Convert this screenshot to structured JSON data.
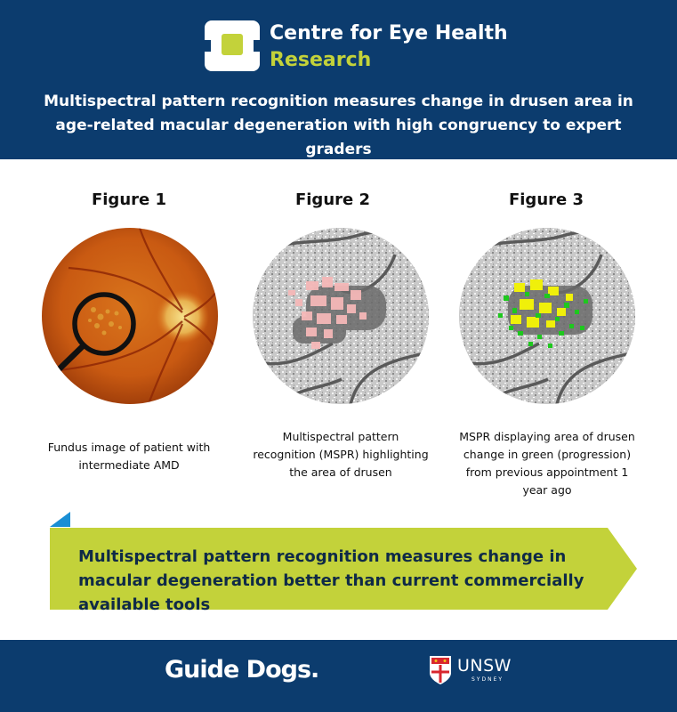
{
  "header": {
    "logo_line1": "Centre for Eye Health",
    "logo_line2": "Research",
    "headline": "Multispectral pattern recognition measures change in drusen area in age-related macular degeneration with high congruency to expert graders",
    "background_color": "#0c3c6e",
    "accent_color": "#c3d23a"
  },
  "figures": [
    {
      "title": "Figure 1",
      "caption": "Fundus image of patient with intermediate AMD",
      "icon": "magnifier-icon"
    },
    {
      "title": "Figure 2",
      "caption": "Multispectral pattern recognition (MSPR) highlighting the area of drusen"
    },
    {
      "title": "Figure 3",
      "caption": "MSPR displaying area of drusen change in green (progression) from previous appointment 1 year ago"
    }
  ],
  "banner": {
    "text": "Multispectral pattern recognition measures change in macular degeneration better than current commercially available tools",
    "color": "#c3d23a",
    "tab_color": "#1a8fd4"
  },
  "footer": {
    "guide_dogs": "Guide Dogs.",
    "unsw": "UNSW",
    "unsw_sub": "SYDNEY"
  }
}
